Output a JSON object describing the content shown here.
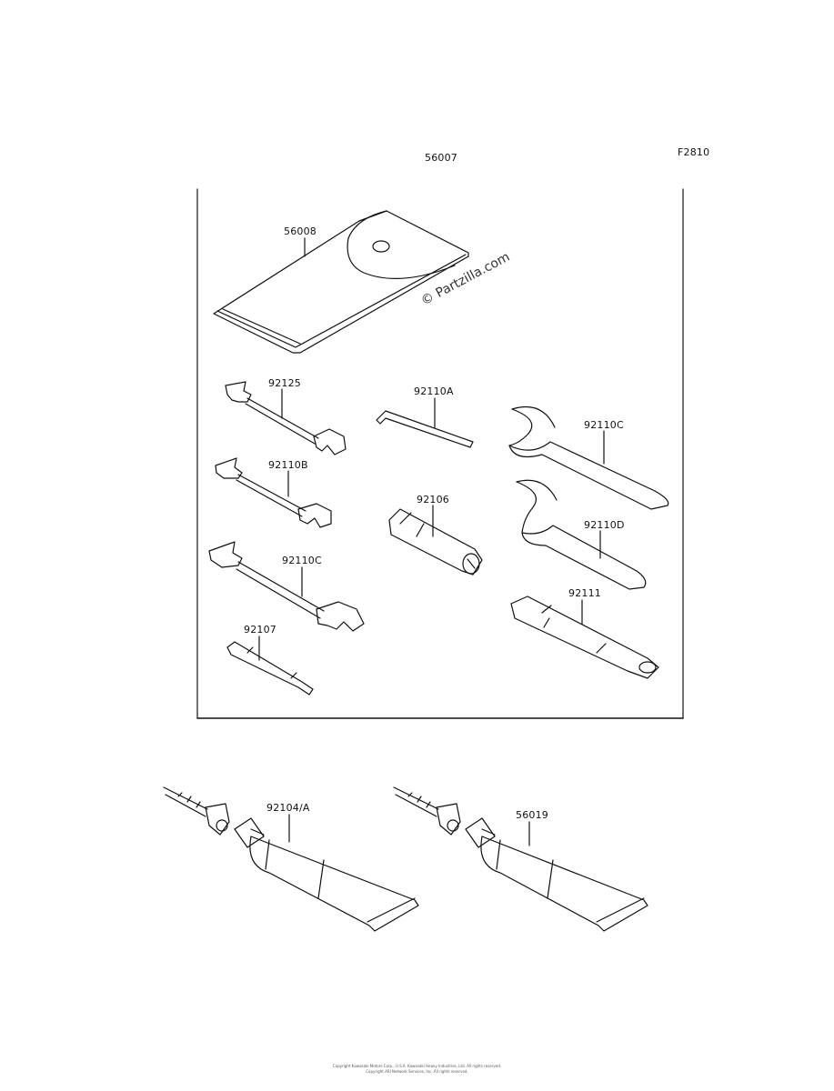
{
  "figure": {
    "code": "F2810",
    "kit_part": "56007",
    "watermark": "© Partzilla.com"
  },
  "parts": [
    {
      "number": "56008",
      "name": "tool-bag"
    },
    {
      "number": "92125",
      "name": "wrench-small"
    },
    {
      "number": "92110A",
      "name": "hex-key"
    },
    {
      "number": "92110C",
      "name": "hook-spanner-large"
    },
    {
      "number": "92110B",
      "name": "wrench-medium"
    },
    {
      "number": "92106",
      "name": "spark-plug-tool"
    },
    {
      "number": "92110D",
      "name": "hook-spanner-small"
    },
    {
      "number": "92110C",
      "name": "wrench-large"
    },
    {
      "number": "92111",
      "name": "handle-bar"
    },
    {
      "number": "92107",
      "name": "screwdriver"
    },
    {
      "number": "92104/A",
      "name": "grease-tube-left"
    },
    {
      "number": "56019",
      "name": "grease-tube-right"
    }
  ],
  "footer": {
    "line1": "Copyright Kawasaki Motors Corp., U.S.A. Kawasaki Heavy Industries, Ltd. All rights reserved.",
    "line2": "Copyright ARI Network Services, Inc. All rights reserved."
  }
}
